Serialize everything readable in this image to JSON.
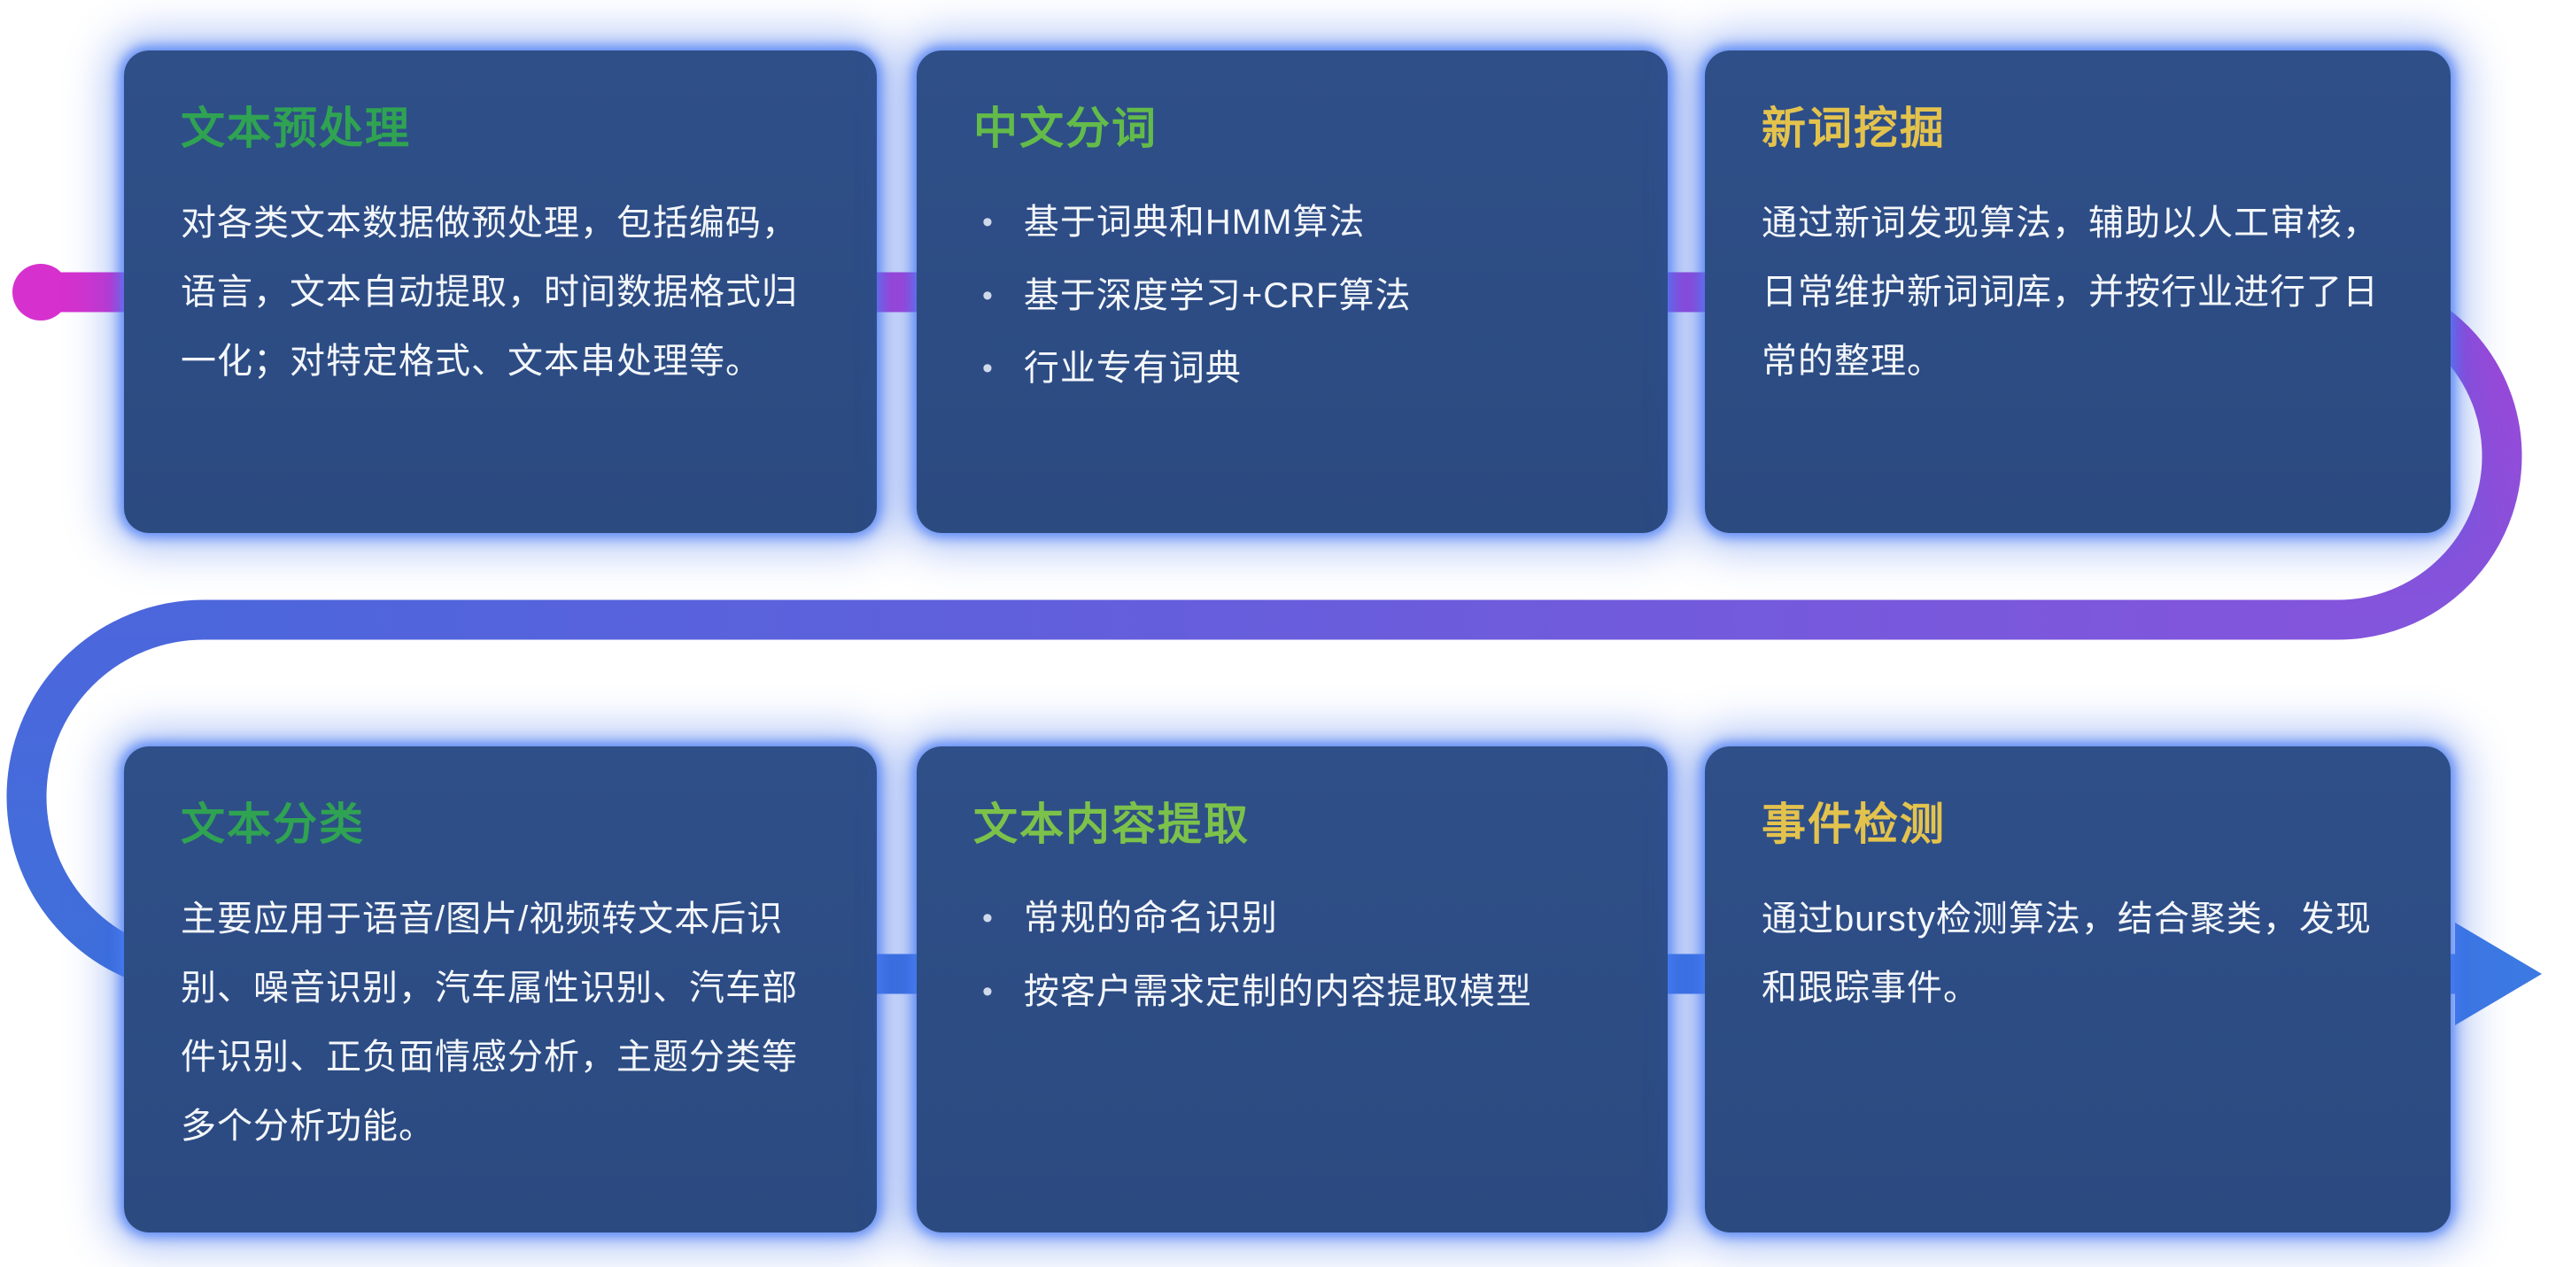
{
  "page": {
    "background": "#ffffff"
  },
  "flow": {
    "description": "s-shaped pipeline connector running behind the cards",
    "start_dot_color": "#d631ce",
    "gradient": {
      "magenta": "#d631ce",
      "purple": "#9f45d7",
      "violet": "#8355dc",
      "indigo": "#4c66dc",
      "blue": "#3f70da",
      "arrow_blue": "#3d79e3"
    }
  },
  "cards": [
    {
      "id": "text-preprocessing",
      "title": "文本预处理",
      "title_color": "#2fa352",
      "body": "对各类文本数据做预处理，包括编码，语言，文本自动提取，时间数据格式归一化；对特定格式、文本串处理等。",
      "bullets": []
    },
    {
      "id": "chinese-word-segmentation",
      "title": "中文分词",
      "title_color": "#63bb4a",
      "body": "",
      "bullets": [
        "基于词典和HMM算法",
        "基于深度学习+CRF算法",
        "行业专有词典"
      ]
    },
    {
      "id": "new-word-mining",
      "title": "新词挖掘",
      "title_color": "#e4c34d",
      "body": "通过新词发现算法，辅助以人工审核，日常维护新词词库，并按行业进行了日常的整理。",
      "bullets": []
    },
    {
      "id": "text-classification",
      "title": "文本分类",
      "title_color": "#2fa352",
      "body": "主要应用于语音/图片/视频转文本后识别、噪音识别，汽车属性识别、汽车部件识别、正负面情感分析，主题分类等多个分析功能。",
      "bullets": []
    },
    {
      "id": "text-content-extraction",
      "title": "文本内容提取",
      "title_color": "#7cc24a",
      "body": "",
      "bullets": [
        "常规的命名识别",
        "按客户需求定制的内容提取模型"
      ]
    },
    {
      "id": "event-detection",
      "title": "事件检测",
      "title_color": "#e4c34d",
      "body": "通过bursty检测算法，结合聚类，发现和跟踪事件。",
      "bullets": []
    }
  ]
}
